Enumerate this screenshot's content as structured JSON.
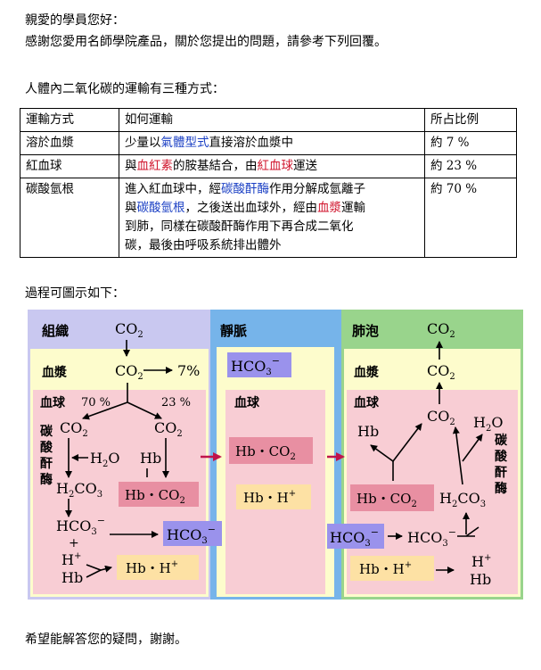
{
  "greeting": "親愛的學員您好：",
  "thanks": "感謝您愛用名師學院產品，關於您提出的問題，請參考下列回覆。",
  "intro": "人體內二氧化碳的運輸有三種方式：",
  "table": {
    "headers": [
      "運輸方式",
      "如何運輸",
      "所占比例"
    ],
    "row1": {
      "method": "溶於血漿",
      "desc_a": "少量以",
      "desc_hl": "氣體型式",
      "desc_b": "直接溶於血漿中",
      "ratio": "約 7 %"
    },
    "row2": {
      "method": "紅血球",
      "desc_a": "與",
      "desc_hl1": "血紅素",
      "desc_b": "的胺基結合，由",
      "desc_hl2": "紅血球",
      "desc_c": "運送",
      "ratio": "約 23 %"
    },
    "row3": {
      "method": "碳酸氫根",
      "line1_a": "進入紅血球中，經",
      "line1_hl": "碳酸酐酶",
      "line1_b": "作用分解成氫離子",
      "line2_a": "與",
      "line2_hl1": "碳酸氫根",
      "line2_b": "，之後送出血球外，經由",
      "line2_hl2": "血漿",
      "line2_c": "運輸",
      "line3": "到肺，同樣在碳酸酐酶作用下再合成二氧化",
      "line4": "碳，最後由呼吸系統排出體外",
      "ratio": "約 70 %"
    }
  },
  "process": "過程可圖示如下：",
  "closing": "希望能解答您的疑問，謝謝。",
  "diagram": {
    "colors": {
      "tissue": "#c9c8f0",
      "vein": "#76b4ea",
      "lung": "#99d48c",
      "plasma": "#fdfccc",
      "cell": "#f8cdd4",
      "hbco2": "#e88fa2",
      "hbh": "#fde1a4",
      "hco3": "#9a92ec",
      "arrow_red": "#c0144a"
    },
    "tissue_label": "組織",
    "vein_label": "靜脈",
    "lung_label": "肺泡",
    "plasma_label": "血漿",
    "cell_label": "血球",
    "co2": "CO",
    "sub2": "2",
    "sub3": "3",
    "pct7": "7%",
    "pct70": "70 %",
    "pct23": "23 %",
    "h2o": "H",
    "o": "O",
    "hb": "Hb",
    "h2co3_h": "H",
    "h2co3_co": "CO",
    "hco3": "HCO",
    "minus": "−",
    "plus_sign": "+",
    "hplus": "H",
    "hbco2": "Hb・CO",
    "hbh": "Hb・H",
    "enzyme": [
      "碳",
      "酸",
      "酐",
      "酶"
    ]
  }
}
